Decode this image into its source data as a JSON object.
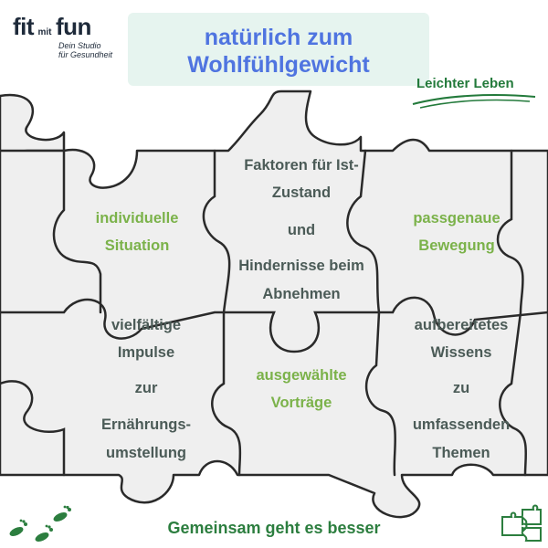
{
  "logo": {
    "word1": "fit",
    "word_mit": "mit",
    "word2": "fun",
    "tagline1": "Dein Studio",
    "tagline2": "für Gesundheit"
  },
  "title": {
    "line1": "natürlich zum",
    "line2": "Wohlfühlgewicht"
  },
  "tagline": "Leichter Leben",
  "pieces": {
    "top_left": {
      "line1": "individuelle",
      "line2": "Situation"
    },
    "top_middle": {
      "line1": "Faktoren für Ist-",
      "line2": "Zustand",
      "line3": "und",
      "line4": "Hindernisse beim",
      "line5": "Abnehmen"
    },
    "top_right": {
      "line1": "passgenaue",
      "line2": "Bewegung"
    },
    "bottom_left": {
      "line1": "vielfältige",
      "line2": "Impulse",
      "line3": "zur",
      "line4": "Ernährungs-",
      "line5": "umstellung"
    },
    "bottom_middle": {
      "line1": "ausgewählte",
      "line2": "Vorträge"
    },
    "bottom_right": {
      "line1": "aufbereitetes",
      "line2": "Wissens",
      "line3": "zu",
      "line4": "umfassenden",
      "line5": "Themen"
    }
  },
  "footer": "Gemeinsam geht es besser",
  "colors": {
    "title_blue": "#4f74e0",
    "green_text": "#7bb24a",
    "dark_green": "#237a3b",
    "gray_text": "#4b5b57",
    "banner_mint": "#e6f4ef",
    "puzzle_fill": "#efefef",
    "puzzle_stroke": "#2a2a2a"
  },
  "icons": [
    "footprints-icon",
    "puzzle-pieces-icon"
  ]
}
